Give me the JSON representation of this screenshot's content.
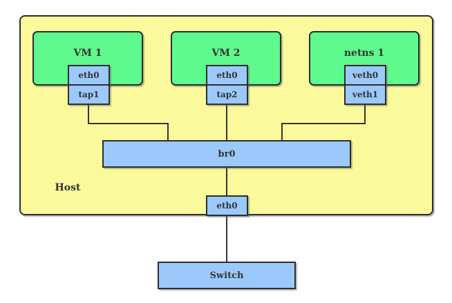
{
  "colors": {
    "host-fill": "#FAFA9D",
    "group-fill": "#5EFA8D",
    "node-fill": "#9CC9FB",
    "border": "#2D2D2D",
    "line": "#333333",
    "text": "#333333",
    "canvas": "#FFFFFF"
  },
  "host": {
    "label": "Host",
    "vm1": {
      "label": "VM 1",
      "eth": "eth0",
      "tap": "tap1"
    },
    "vm2": {
      "label": "VM 2",
      "eth": "eth0",
      "tap": "tap2"
    },
    "netns1": {
      "label": "netns 1",
      "veth_inner": "veth0",
      "veth_outer": "veth1"
    },
    "bridge": {
      "label": "br0"
    },
    "nic": {
      "label": "eth0"
    }
  },
  "switch": {
    "label": "Switch"
  },
  "edges": [
    {
      "from": "tap1",
      "to": "br0"
    },
    {
      "from": "tap2",
      "to": "br0"
    },
    {
      "from": "veth1",
      "to": "br0"
    },
    {
      "from": "br0",
      "to": "eth0 (host)"
    },
    {
      "from": "eth0 (host)",
      "to": "Switch"
    }
  ]
}
